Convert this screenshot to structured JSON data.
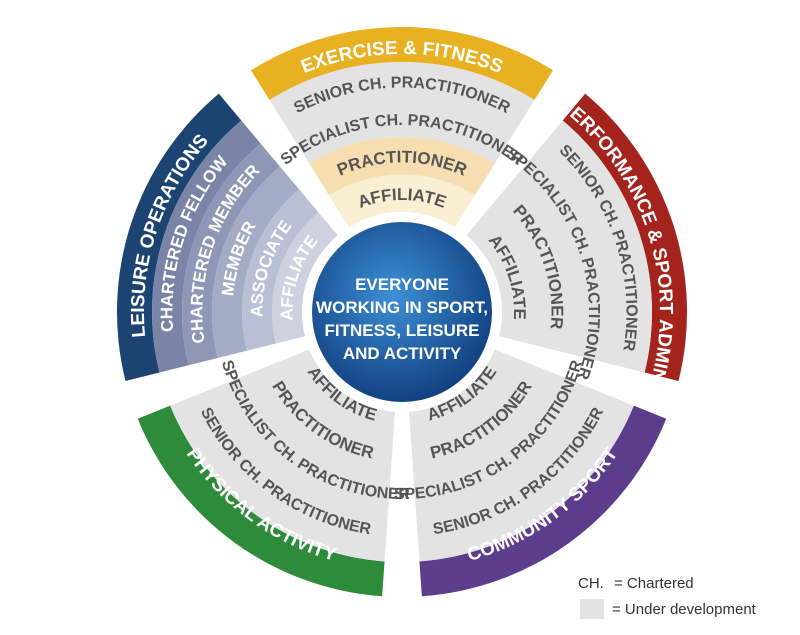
{
  "center": {
    "lines": [
      "EVERYONE",
      "WORKING IN SPORT,",
      "FITNESS, LEISURE",
      "AND ACTIVITY"
    ]
  },
  "segments": [
    {
      "title": "EXERCISE & FITNESS",
      "levels": [
        "SENIOR CH. PRACTITIONER",
        "SPECIALIST CH. PRACTITIONER",
        "PRACTITIONER",
        "AFFILIATE"
      ],
      "color": "#e8b122"
    },
    {
      "title": "PERFORMANCE & SPORT ADMIN.",
      "levels": [
        "SENIOR CH. PRACTITIONER",
        "SPECIALIST CH. PRACTITIONER",
        "PRACTITIONER",
        "AFFILIATE"
      ],
      "color": "#a4231c"
    },
    {
      "title": "COMMUNITY SPORT",
      "levels": [
        "SENIOR CH. PRACTITIONER",
        "SPECIALIST CH. PRACTITIONER",
        "PRACTITIONER",
        "AFFILIATE"
      ],
      "color": "#5b3d8c"
    },
    {
      "title": "PHYSICAL ACTIVITY",
      "levels": [
        "SENIOR CH. PRACTITIONER",
        "SPECIALIST CH. PRACTITIONER",
        "PRACTITIONER",
        "AFFILIATE"
      ],
      "color": "#2e8b3a"
    },
    {
      "title": "LEISURE OPERATIONS",
      "levels": [
        "CHARTERED FELLOW",
        "CHARTERED MEMBER",
        "MEMBER",
        "ASSOCIATE",
        "AFFILIATE"
      ],
      "color": "#1b4472"
    }
  ],
  "legend": {
    "abbr": "CH.",
    "abbr_meaning": "= Chartered",
    "swatch_meaning": "= Under development"
  },
  "colors": {
    "under_development": "#e3e3e3",
    "practitioner_developed": "#f6deb0",
    "affiliate_developed": "#faeed3",
    "leisure_ring_1": "#7a84a6",
    "leisure_ring_2": "#8e97b5",
    "leisure_ring_3": "#a3abc5",
    "leisure_ring_4": "#b9bfd5",
    "leisure_ring_5": "#cdd1e0",
    "hub_light": "#3d8fd6",
    "hub_dark": "#0e3b7a"
  }
}
